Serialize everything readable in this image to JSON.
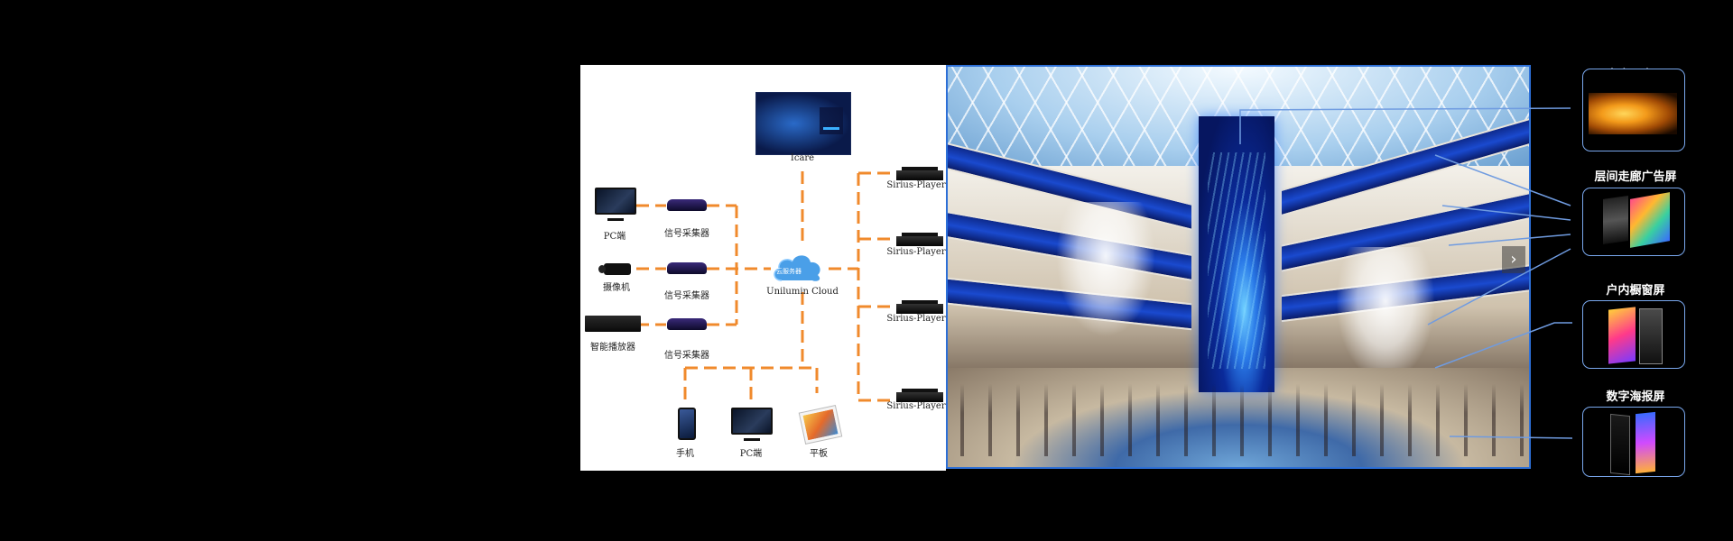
{
  "diagram": {
    "center": {
      "cloud_text": "云服务器",
      "label": "Unilumin Cloud"
    },
    "top": {
      "label": "Icare"
    },
    "inputs": [
      {
        "device_label": "PC端",
        "collector_label": "信号采集器"
      },
      {
        "device_label": "摄像机",
        "collector_label": "信号采集器"
      },
      {
        "device_label": "智能播放器",
        "collector_label": "信号采集器"
      }
    ],
    "players": [
      {
        "label": "Sirius-Player"
      },
      {
        "label": "Sirius-Player"
      },
      {
        "label": "Sirius-Player"
      },
      {
        "label": "Sirius-Player"
      }
    ],
    "clients": [
      {
        "label": "手机"
      },
      {
        "label": "PC端"
      },
      {
        "label": "平板"
      }
    ],
    "line_color": "#f08a2c"
  },
  "photo": {
    "frame_color": "#2d6fd6",
    "nav_arrow": "›"
  },
  "screens": [
    {
      "title": "中庭观光屏"
    },
    {
      "title": "层间走廊广告屏"
    },
    {
      "title": "户内橱窗屏"
    },
    {
      "title": "数字海报屏"
    }
  ],
  "pointer_color": "#6f9be0"
}
